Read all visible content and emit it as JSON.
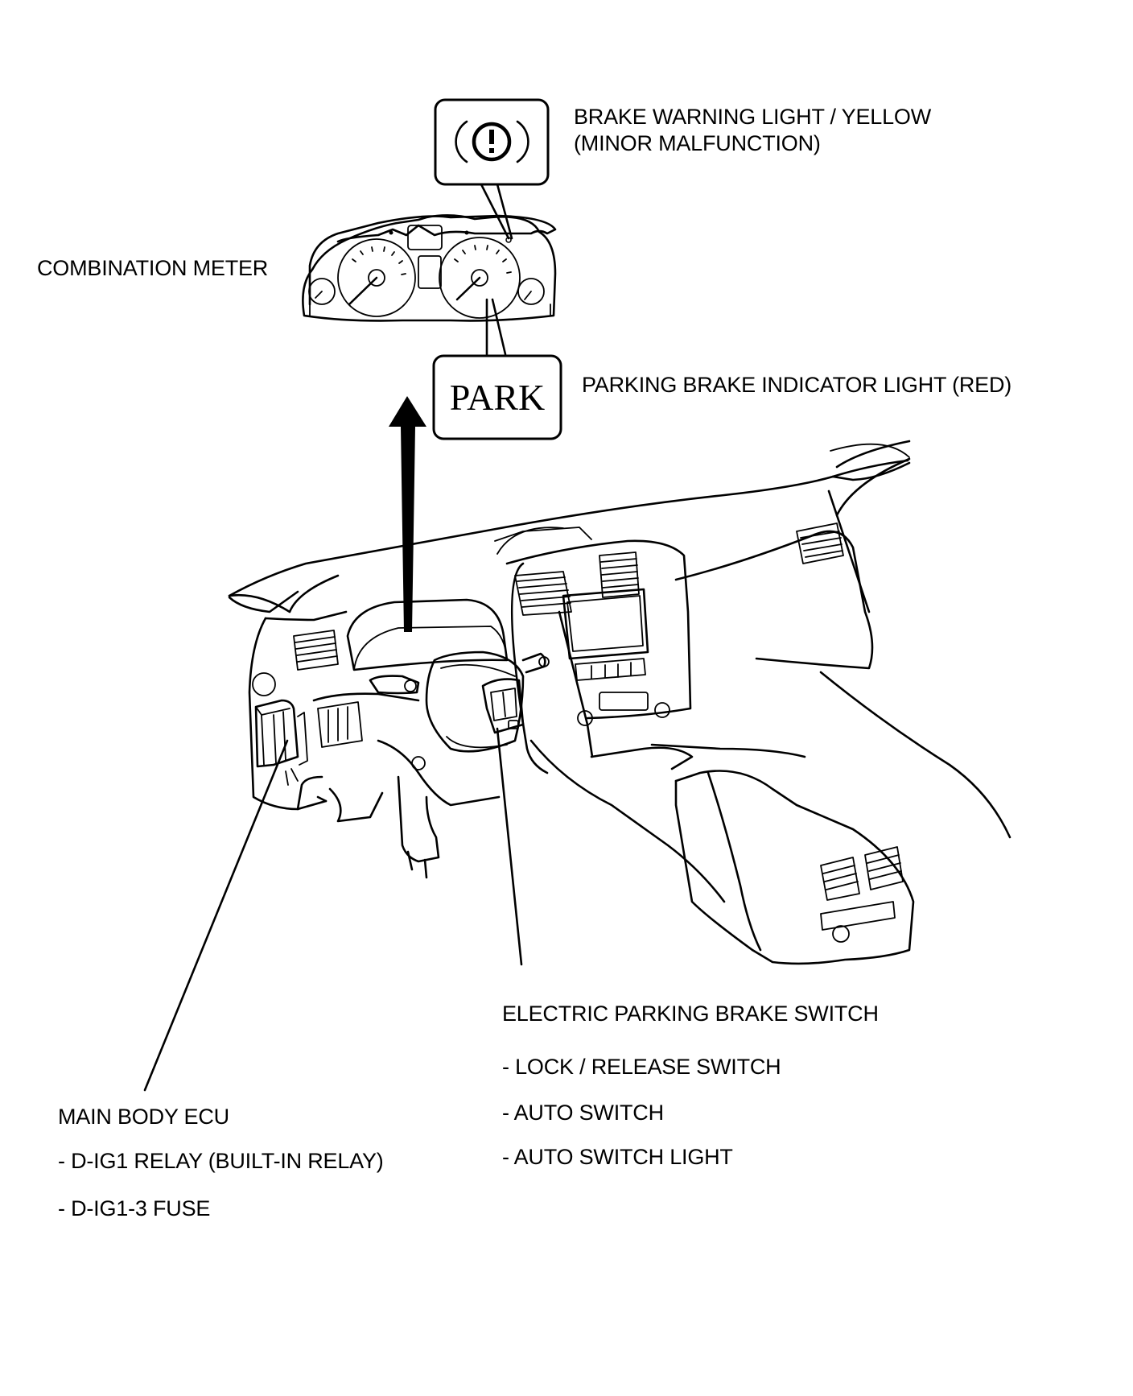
{
  "labels": {
    "brake_warning_line1": "BRAKE WARNING LIGHT / YELLOW",
    "brake_warning_line2": "(MINOR MALFUNCTION)",
    "combination_meter": "COMBINATION METER",
    "parking_brake_indicator": "PARKING BRAKE INDICATOR LIGHT (RED)",
    "epb_switch": "ELECTRIC PARKING BRAKE SWITCH",
    "epb_item_1": "- LOCK / RELEASE SWITCH",
    "epb_item_2": "- AUTO SWITCH",
    "epb_item_3": "- AUTO SWITCH LIGHT",
    "main_body_ecu": "MAIN BODY ECU",
    "ecu_item_1": "- D-IG1 RELAY (BUILT-IN RELAY)",
    "ecu_item_2": "- D-IG1-3 FUSE"
  },
  "park_box_text": "PARK",
  "icons": {
    "brake_warning": "brake-warning-icon",
    "arrow": "arrow-up-icon"
  },
  "colors": {
    "line": "#000000",
    "background": "#ffffff"
  }
}
